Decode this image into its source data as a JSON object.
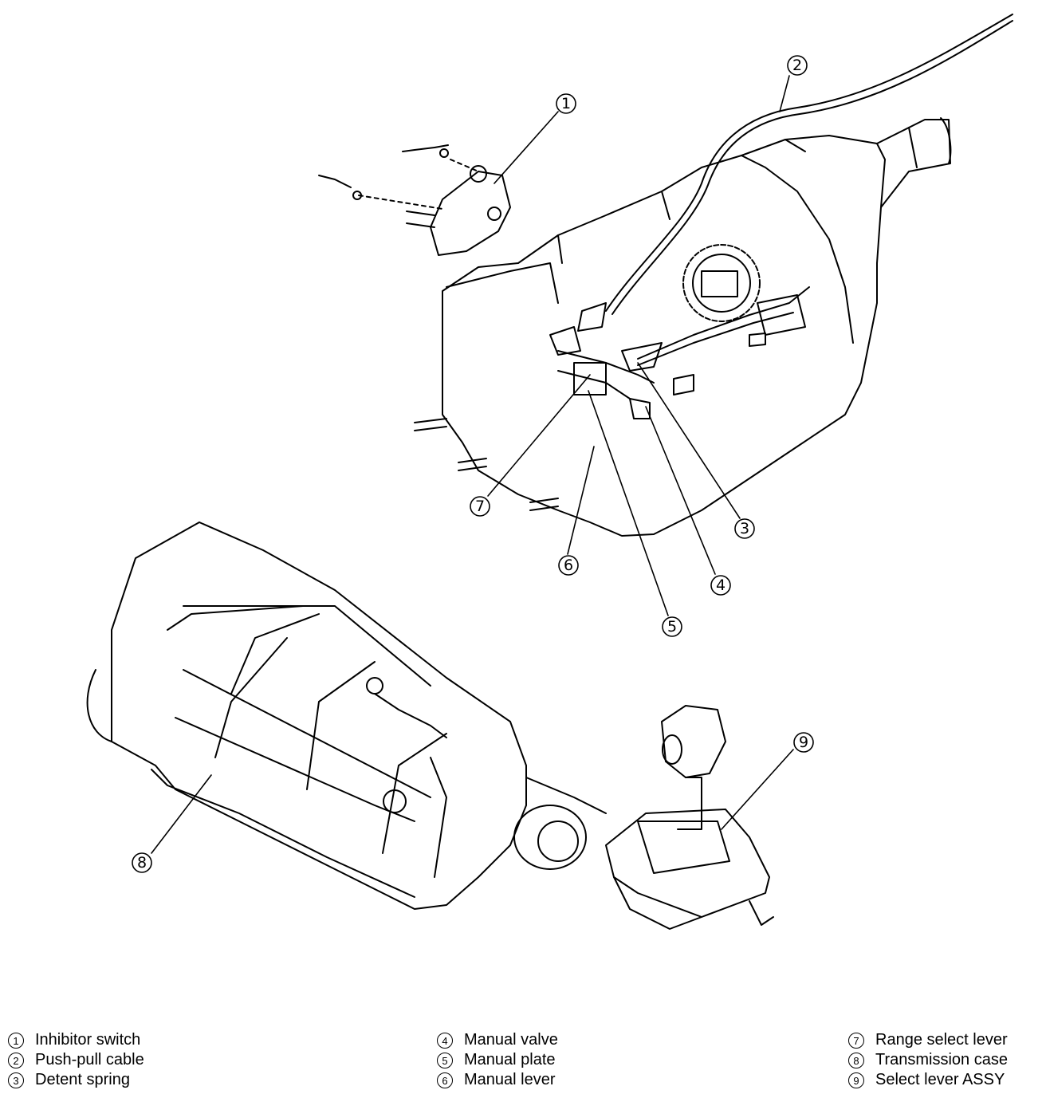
{
  "callouts": [
    "1",
    "2",
    "3",
    "4",
    "5",
    "6",
    "7",
    "8",
    "9"
  ],
  "legend": {
    "columns": [
      [
        {
          "num": "1",
          "label": "Inhibitor switch"
        },
        {
          "num": "2",
          "label": "Push-pull cable"
        },
        {
          "num": "3",
          "label": "Detent spring"
        }
      ],
      [
        {
          "num": "4",
          "label": "Manual valve"
        },
        {
          "num": "5",
          "label": "Manual plate"
        },
        {
          "num": "6",
          "label": "Manual lever"
        }
      ],
      [
        {
          "num": "7",
          "label": "Range select lever"
        },
        {
          "num": "8",
          "label": "Transmission case"
        },
        {
          "num": "9",
          "label": "Select lever ASSY"
        }
      ]
    ]
  }
}
